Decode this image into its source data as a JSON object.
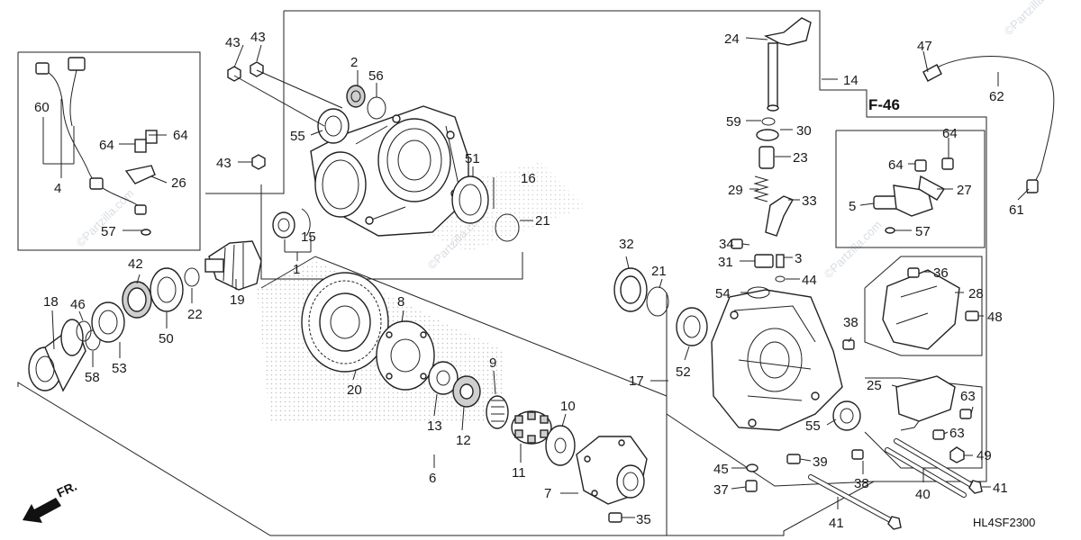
{
  "diagram": {
    "code": "HL4SF2300",
    "ref": "F-46",
    "front": "FR.",
    "watermark": "©Partzilla.com"
  },
  "callouts": {
    "c1": "1",
    "c2": "2",
    "c3": "3",
    "c4": "4",
    "c5": "5",
    "c6": "6",
    "c7": "7",
    "c8": "8",
    "c9": "9",
    "c10": "10",
    "c11": "11",
    "c12": "12",
    "c13": "13",
    "c14": "14",
    "c15": "15",
    "c16": "16",
    "c17": "17",
    "c18": "18",
    "c19": "19",
    "c20": "20",
    "c21a": "21",
    "c21b": "21",
    "c22": "22",
    "c23": "23",
    "c24": "24",
    "c25": "25",
    "c26": "26",
    "c27": "27",
    "c28": "28",
    "c29": "29",
    "c30": "30",
    "c31": "31",
    "c32": "32",
    "c33": "33",
    "c34": "34",
    "c35": "35",
    "c36": "36",
    "c37": "37",
    "c38a": "38",
    "c38b": "38",
    "c39": "39",
    "c40": "40",
    "c41a": "41",
    "c41b": "41",
    "c42": "42",
    "c43a": "43",
    "c43b": "43",
    "c43c": "43",
    "c44": "44",
    "c45": "45",
    "c46": "46",
    "c47": "47",
    "c48": "48",
    "c49": "49",
    "c50": "50",
    "c51": "51",
    "c52": "52",
    "c53": "53",
    "c54": "54",
    "c55a": "55",
    "c55b": "55",
    "c56": "56",
    "c57a": "57",
    "c57b": "57",
    "c58": "58",
    "c59": "59",
    "c60": "60",
    "c61": "61",
    "c62": "62",
    "c63a": "63",
    "c63b": "63",
    "c64a": "64",
    "c64b": "64",
    "c64c": "64",
    "c64d": "64"
  }
}
